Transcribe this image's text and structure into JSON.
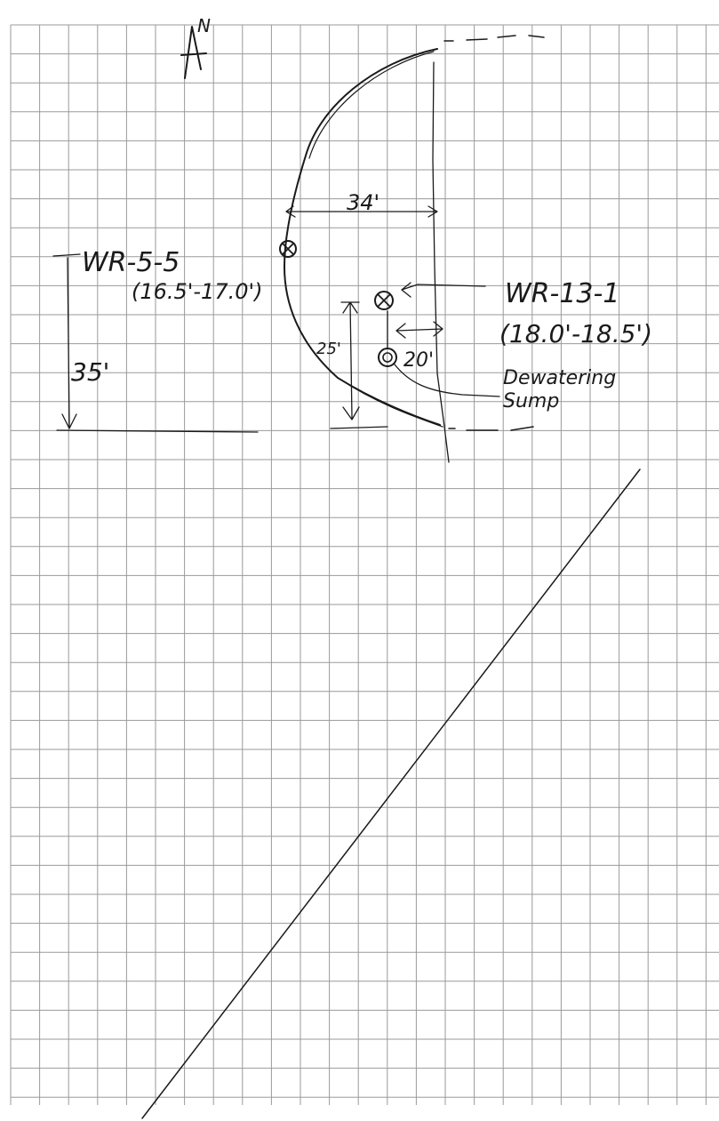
{
  "north_label": "N",
  "sample_wr55": {
    "id": "WR-5-5",
    "depth": "(16.5'-17.0')"
  },
  "sample_wr131": {
    "id": "WR-13-1",
    "depth": "(18.0'-18.5')"
  },
  "sump": {
    "label_line1": "Dewatering",
    "label_line2": "Sump"
  },
  "dimensions": {
    "width_34": "34'",
    "height_35": "35'",
    "height_25": "25'",
    "spacing_20": "20'"
  },
  "colors": {
    "ink": "#1a1a1a",
    "grid": "#9a9a9a",
    "paper": "#ffffff"
  }
}
